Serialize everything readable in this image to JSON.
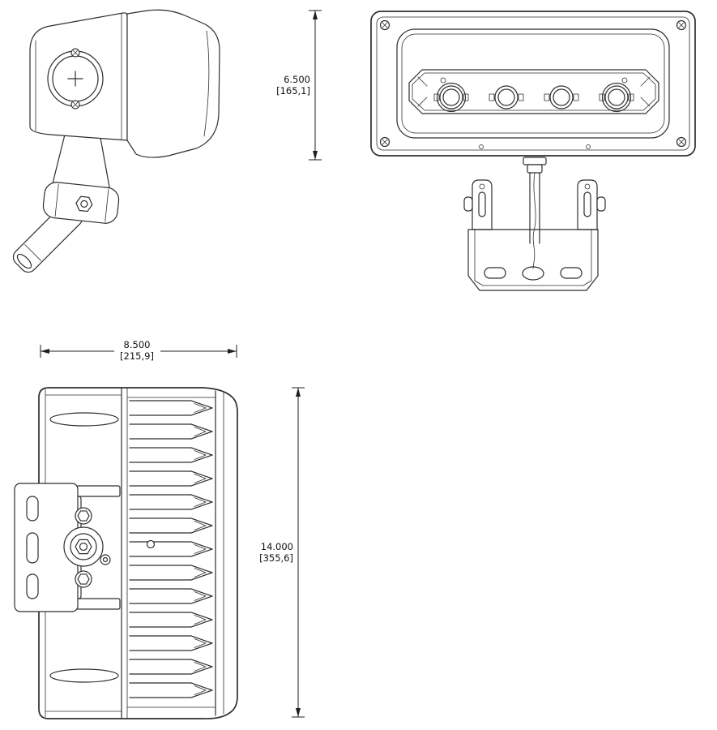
{
  "style": {
    "background": "#ffffff",
    "line_color": "#2e2e2e",
    "dimension_text_color": "#111111"
  },
  "dimensions": {
    "front_height": {
      "inches": "6.500",
      "millimeters": "[165,1]"
    },
    "top_width": {
      "inches": "8.500",
      "millimeters": "[215,9]"
    },
    "side_height": {
      "inches": "14.000",
      "millimeters": "[355,6]"
    }
  }
}
